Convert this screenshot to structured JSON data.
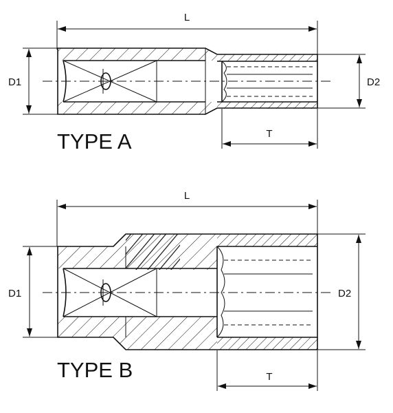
{
  "type_a": {
    "title": "TYPE A",
    "dim_length": "L",
    "dim_d1": "D1",
    "dim_d2": "D2",
    "dim_t": "T"
  },
  "type_b": {
    "title": "TYPE B",
    "dim_length": "L",
    "dim_d1": "D1",
    "dim_d2": "D2",
    "dim_t": "T"
  }
}
